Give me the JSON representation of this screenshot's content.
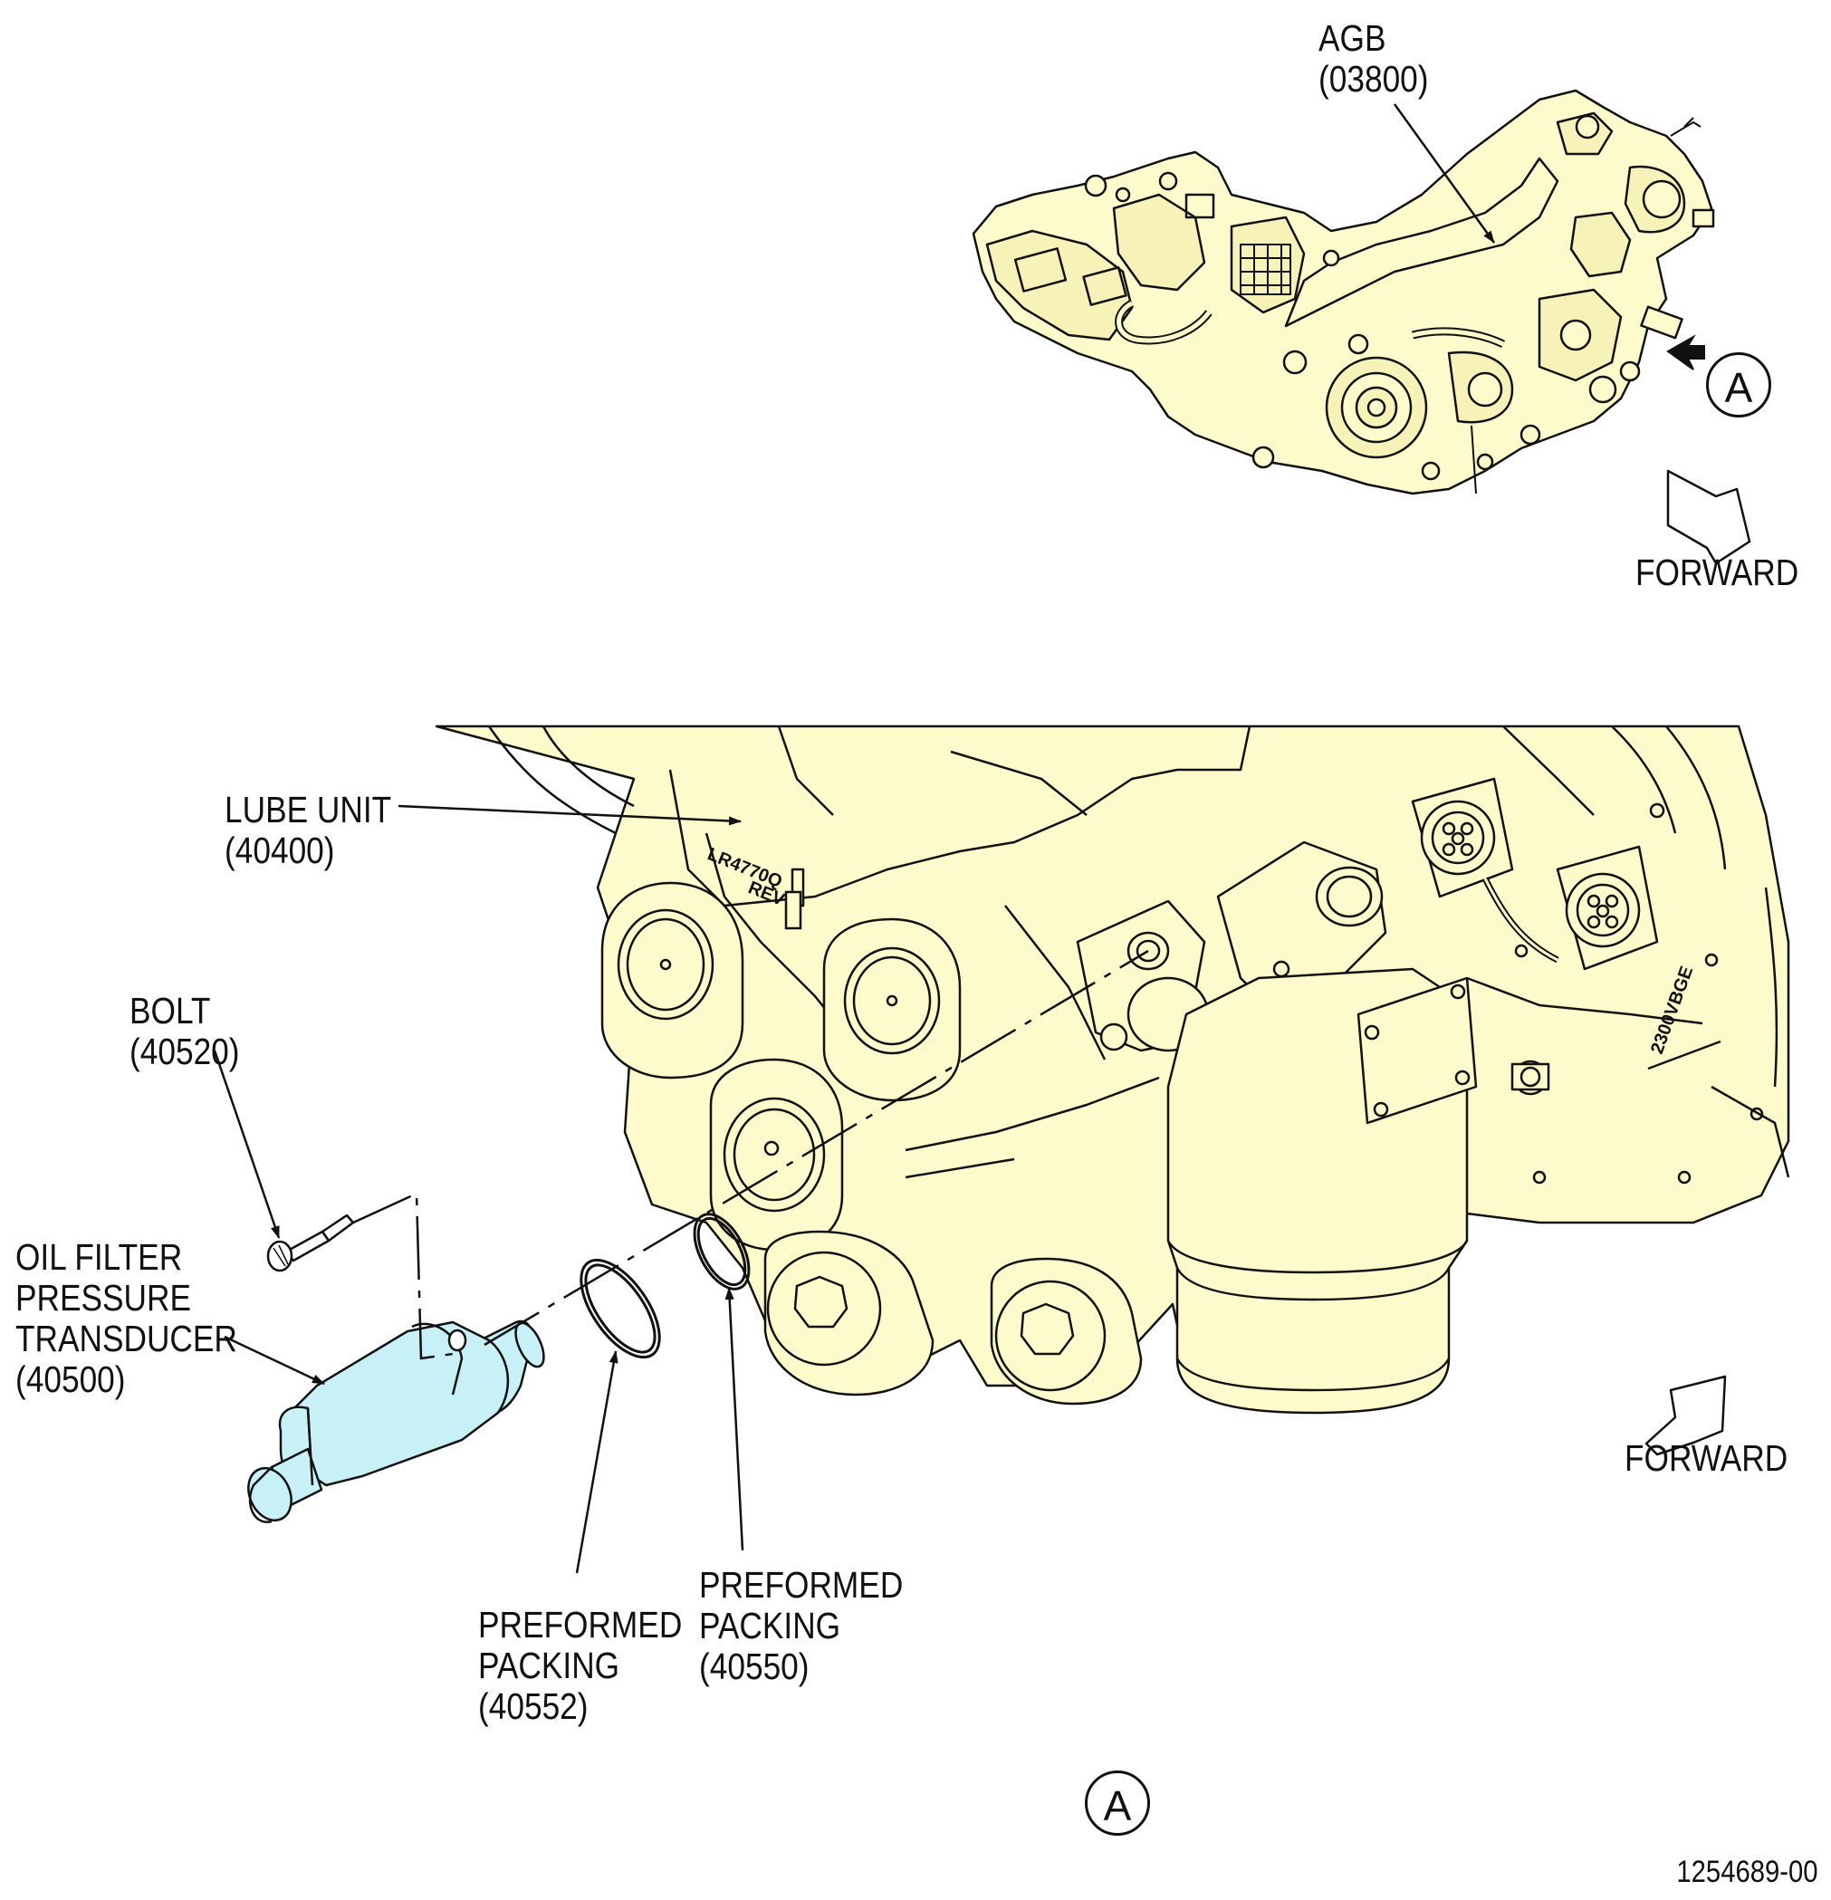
{
  "figure": {
    "number": "1254689-00",
    "colors": {
      "housing_fill": "#fdfbcc",
      "transducer_fill": "#c8f0f7",
      "line": "#111111"
    }
  },
  "overview": {
    "agb": {
      "name": "AGB",
      "code": "(03800)"
    },
    "view_marker": "A",
    "forward_label": "FORWARD"
  },
  "detail": {
    "view_label": "A",
    "forward_label": "FORWARD",
    "nameplate": {
      "line1": "LR4770Q",
      "line2": "REV"
    },
    "side_plate": "2300VBGE",
    "callouts": {
      "lube_unit": {
        "name": "LUBE UNIT",
        "code": "(40400)"
      },
      "bolt": {
        "name": "BOLT",
        "code": "(40520)"
      },
      "transducer": {
        "line1": "OIL FILTER",
        "line2": "PRESSURE",
        "line3": "TRANSDUCER",
        "code": "(40500)"
      },
      "packing_40552": {
        "line1": "PREFORMED",
        "line2": "PACKING",
        "code": "(40552)"
      },
      "packing_40550": {
        "line1": "PREFORMED",
        "line2": "PACKING",
        "code": "(40550)"
      }
    }
  }
}
